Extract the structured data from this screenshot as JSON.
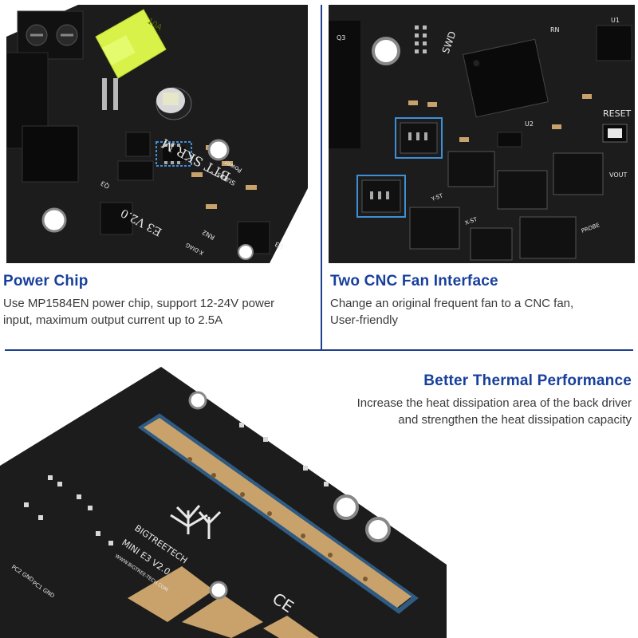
{
  "colors": {
    "accent": "#173f9b",
    "divider": "#1f3f8f",
    "pcb": "#1c1c1c",
    "fuse": "#d8f24a",
    "copper": "#c9a26b",
    "highlight": "#3f8fd8"
  },
  "sections": {
    "power": {
      "title": "Power Chip",
      "desc_line1": "Use MP1584EN power chip, support 12-24V power",
      "desc_line2": "input, maximum output current up to 2.5A",
      "silk": {
        "board": "BTT SKR M",
        "version": "E3 V2.0",
        "status": "Status",
        "power": "Power",
        "rn2": "RN2",
        "u3": "U3",
        "q3": "Q3",
        "fuse": "10A",
        "xdiag": "X-DIAG"
      }
    },
    "fan": {
      "title": "Two CNC Fan Interface",
      "desc_line1": "Change an original frequent fan to a CNC fan,",
      "desc_line2": "User-friendly",
      "silk": {
        "swd": "SWD",
        "reset": "RESET",
        "u1": "U1",
        "u2": "U2",
        "q3": "Q3",
        "vout": "VOUT",
        "rn": "RN",
        "probe": "PROBE",
        "yst": "Y-ST",
        "xst": "X-ST"
      }
    },
    "thermal": {
      "title": "Better Thermal Performance",
      "desc_line1": "Increase the heat dissipation area of the back driver",
      "desc_line2": "and strengthen the heat dissipation capacity",
      "silk": {
        "brand": "BIGTREETECH",
        "model": "MINI E3 V2.0",
        "site": "WWW.BIGTREE-TECH.COM",
        "ce": "CE",
        "pc2": "PC2 GND",
        "pc1": "PC1 GND"
      }
    }
  }
}
